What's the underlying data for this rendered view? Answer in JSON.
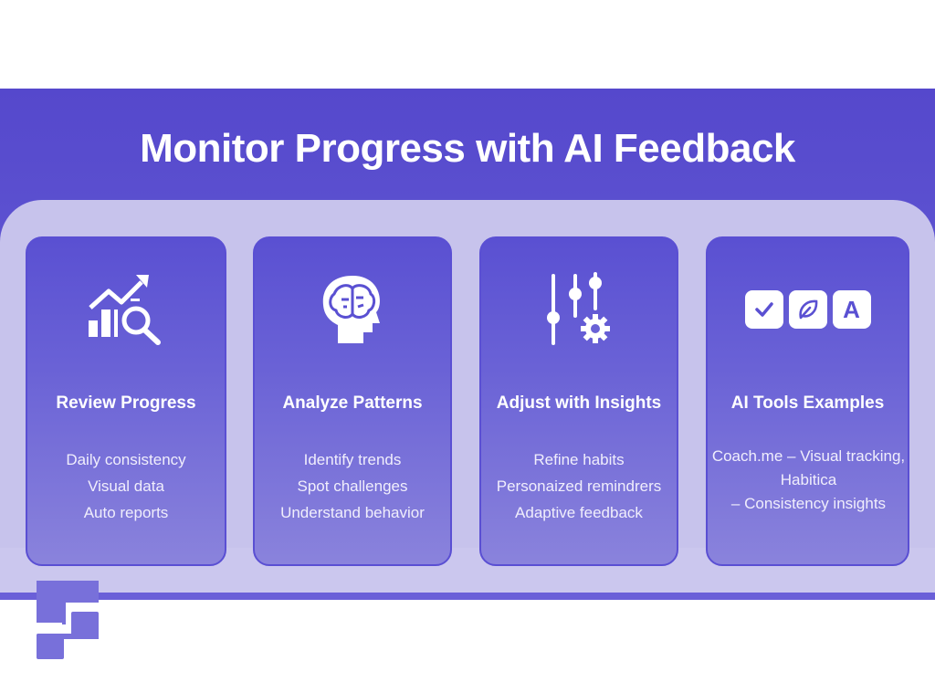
{
  "slide": {
    "title": "Monitor Progress with AI Feedback",
    "colors": {
      "header": "#5548cc",
      "panel": "#c7c3ec",
      "card": "#6a62d6",
      "logo": "#7870da"
    }
  },
  "cards": [
    {
      "icon": "chart-magnifier-icon",
      "title": "Review Progress",
      "lines": [
        "Daily consistency",
        "Visual data",
        "Auto reports"
      ]
    },
    {
      "icon": "brain-icon",
      "title": "Analyze Patterns",
      "lines": [
        "Identify trends",
        "Spot challenges",
        "Understand behavior"
      ]
    },
    {
      "icon": "sliders-gear-icon",
      "title": "Adjust with Insights",
      "lines": [
        "Refine habits",
        "Personaized remindrers",
        "Adaptive feedback"
      ]
    },
    {
      "icon": "app-icons",
      "title": "AI Tools Examples",
      "lines": [
        "Coach.me – Visual tracking,",
        "Habitica",
        "– Consistency insights"
      ],
      "apps": [
        "check-icon",
        "leaf-icon",
        "letter-a-icon"
      ],
      "app_letter": "A"
    }
  ]
}
